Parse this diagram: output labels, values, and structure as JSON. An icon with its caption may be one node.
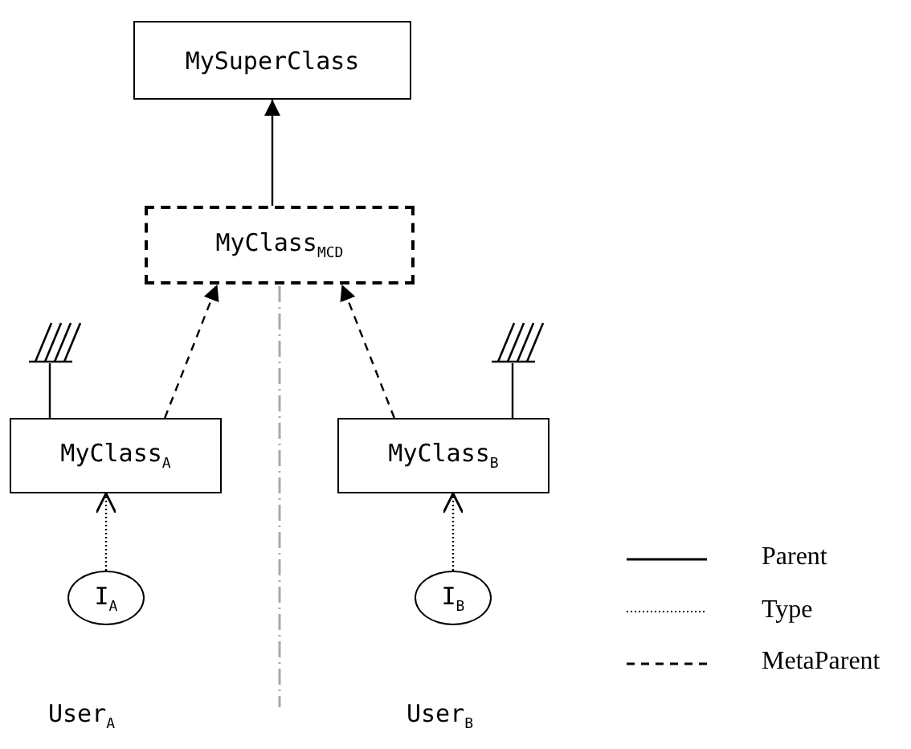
{
  "diagram": {
    "nodes": [
      {
        "text": [
          "MySuperClass"
        ]
      },
      {
        "text": [
          "MyClass$_{MCD}$"
        ]
      },
      {
        "text": [
          "MyClass$_{A}$"
        ]
      },
      {
        "text": [
          "MyClass$_{B}$"
        ]
      },
      {
        "text": [
          "I$_{A}$"
        ]
      },
      {
        "text": [
          "I$_{B}$"
        ]
      },
      {
        "text": [],
        "shape": "ground"
      },
      {
        "text": [],
        "shape": "ground"
      }
    ],
    "edges": [
      {
        "from": 1,
        "to": 0,
        "arrow": "to"
      },
      {
        "from": 2,
        "to": 1,
        "arrow": "to",
        "style": "dashed"
      },
      {
        "from": 3,
        "to": 1,
        "arrow": "to",
        "style": "dashed"
      },
      {
        "from": 4,
        "to": 2,
        "arrow": "to",
        "style": "dashed"
      },
      {
        "from": 5,
        "to": 3,
        "arrow": "to",
        "style": "dashed"
      },
      {
        "from": 2,
        "to": 6,
        "arrow": "none"
      },
      {
        "from": 3,
        "to": 7,
        "arrow": "none"
      }
    ],
    "labels": [
      "User$_{A}$",
      "User$_{B}$"
    ],
    "legend": [
      {
        "text": "Parent"
      },
      {
        "text": "Type"
      },
      {
        "text": "MetaParent"
      }
    ]
  }
}
